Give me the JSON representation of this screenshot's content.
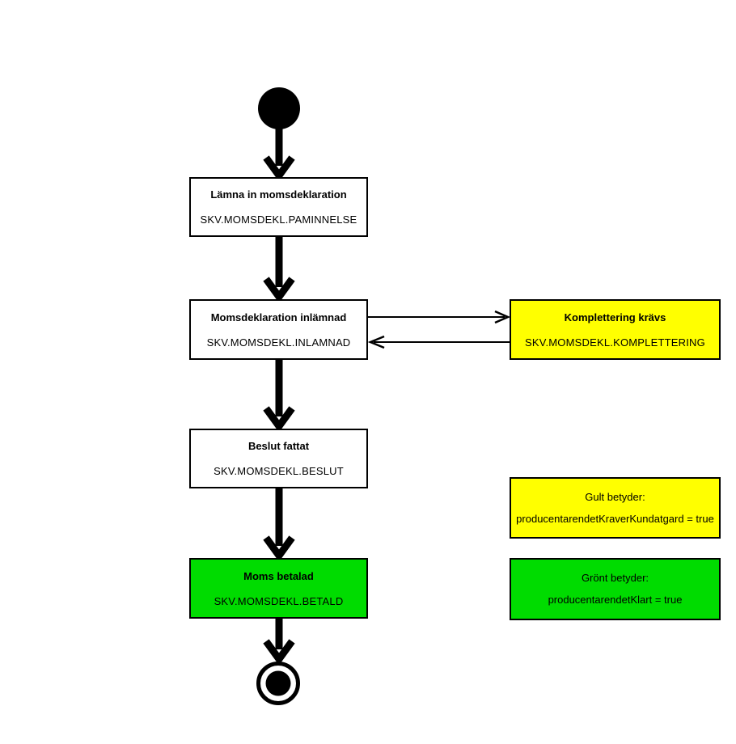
{
  "diagram": {
    "type": "state-flow",
    "language": "sv",
    "colors": {
      "action_required": "#FFFF00",
      "done": "#00DC00",
      "border": "#000000",
      "background": "#FFFFFF",
      "text": "#000000"
    },
    "states": [
      {
        "name": "initial",
        "kind": "initial-state",
        "title": "",
        "code": ""
      },
      {
        "name": "lamna-in-momsdeklaration",
        "kind": "state",
        "title": "Lämna in momsdeklaration",
        "code": "SKV.MOMSDEKL.PAMINNELSE",
        "fill": "white"
      },
      {
        "name": "momsdeklaration-inlamnad",
        "kind": "state",
        "title": "Momsdeklaration inlämnad",
        "code": "SKV.MOMSDEKL.INLAMNAD",
        "fill": "white"
      },
      {
        "name": "komplettering-kravs",
        "kind": "state",
        "title": "Komplettering krävs",
        "code": "SKV.MOMSDEKL.KOMPLETTERING",
        "fill": "yellow"
      },
      {
        "name": "beslut-fattat",
        "kind": "state",
        "title": "Beslut fattat",
        "code": "SKV.MOMSDEKL.BESLUT",
        "fill": "white"
      },
      {
        "name": "moms-betalad",
        "kind": "state",
        "title": "Moms betalad",
        "code": "SKV.MOMSDEKL.BETALD",
        "fill": "green"
      },
      {
        "name": "final",
        "kind": "final-state",
        "title": "",
        "code": ""
      }
    ],
    "edges": [
      {
        "from": "initial",
        "to": "lamna-in-momsdeklaration",
        "style": "thick-down"
      },
      {
        "from": "lamna-in-momsdeklaration",
        "to": "momsdeklaration-inlamnad",
        "style": "thick-down"
      },
      {
        "from": "momsdeklaration-inlamnad",
        "to": "komplettering-kravs",
        "style": "thin-right"
      },
      {
        "from": "komplettering-kravs",
        "to": "momsdeklaration-inlamnad",
        "style": "thin-left"
      },
      {
        "from": "momsdeklaration-inlamnad",
        "to": "beslut-fattat",
        "style": "thick-down"
      },
      {
        "from": "beslut-fattat",
        "to": "moms-betalad",
        "style": "thick-down"
      },
      {
        "from": "moms-betalad",
        "to": "final",
        "style": "thick-down"
      }
    ],
    "legend": [
      {
        "name": "legend-yellow",
        "heading": "Gult betyder:",
        "text": "producentarendetKraverKundatgard = true",
        "fill": "yellow"
      },
      {
        "name": "legend-green",
        "heading": "Grönt betyder:",
        "text": "producentarendetKlart = true",
        "fill": "green"
      }
    ]
  }
}
